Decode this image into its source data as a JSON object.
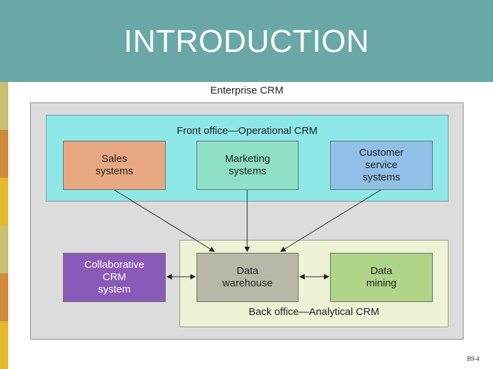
{
  "slide": {
    "title": "INTRODUCTION",
    "page_number": "B9-4"
  },
  "diagram": {
    "title": "Enterprise CRM",
    "front_office_label": "Front office—Operational CRM",
    "back_office_label": "Back office—Analytical CRM",
    "boxes": {
      "sales": "Sales\nsystems",
      "marketing": "Marketing\nsystems",
      "customer_service": "Customer\nservice\nsystems",
      "collaborative": "Collaborative\nCRM\nsystem",
      "data_warehouse": "Data\nwarehouse",
      "data_mining": "Data\nmining"
    }
  },
  "colors": {
    "header": "#6aa8a8",
    "front_office": "#8ee8e8",
    "back_office": "#eef2d6",
    "sales": "#e8a882",
    "marketing": "#90e0c8",
    "customer_service": "#90c0e8",
    "collaborative": "#8a5ab8",
    "data_warehouse": "#b8b8a8",
    "data_mining": "#b0d488"
  }
}
